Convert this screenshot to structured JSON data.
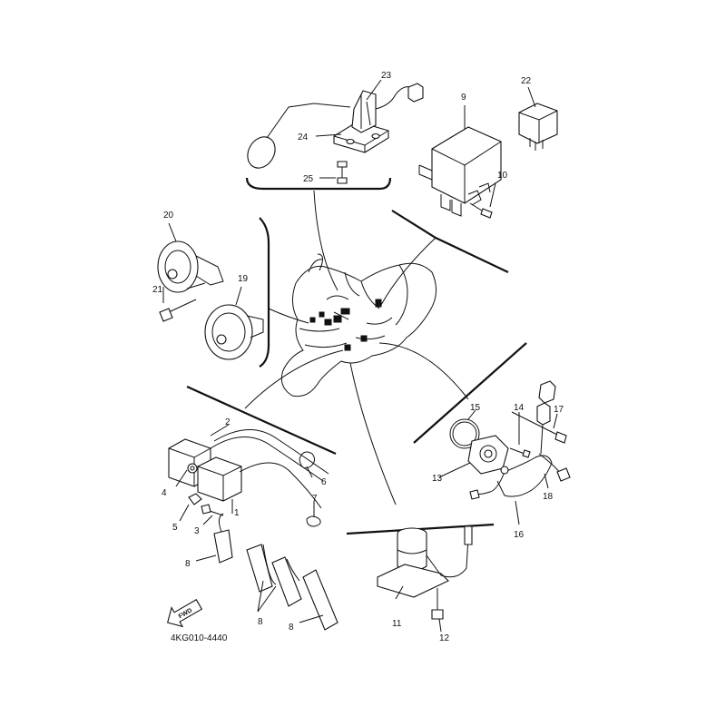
{
  "diagram": {
    "code": "4KG010-4440",
    "fwd_label": "FWD",
    "callouts": [
      "1",
      "2",
      "3",
      "4",
      "5",
      "6",
      "7",
      "8",
      "8",
      "8",
      "9",
      "10",
      "11",
      "12",
      "13",
      "14",
      "15",
      "16",
      "17",
      "18",
      "19",
      "20",
      "21",
      "22",
      "23",
      "24",
      "25"
    ]
  }
}
